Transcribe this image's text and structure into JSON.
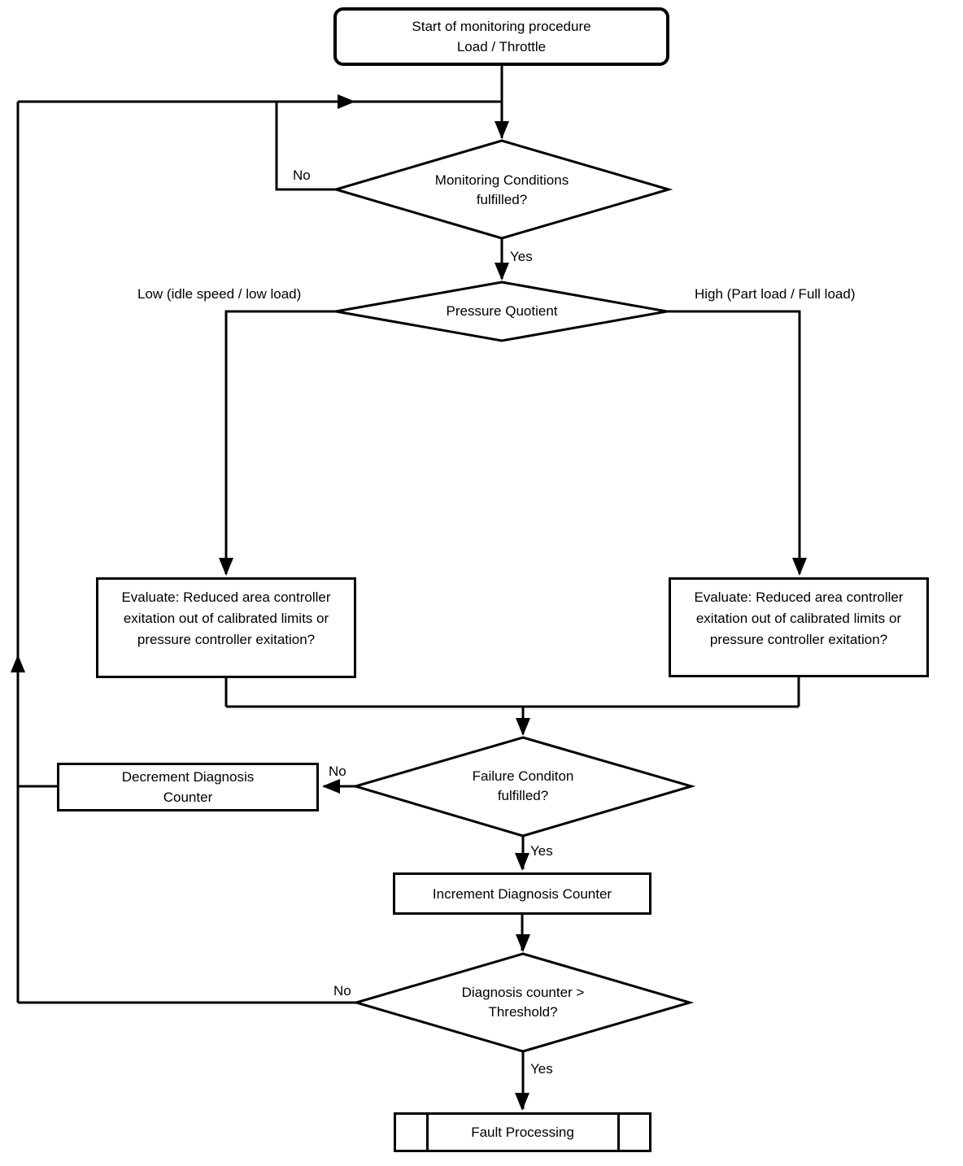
{
  "nodes": {
    "start": "Start of monitoring procedure\nLoad / Throttle",
    "monitoring_conditions": "Monitoring Conditions\nfulfilled?",
    "pressure_quotient": "Pressure Quotient",
    "evaluate_left": "Evaluate: Reduced area controller\nexitation out of calibrated limits or\npressure controller exitation?",
    "evaluate_right": "Evaluate: Reduced area controller\nexitation out of calibrated limits or\npressure controller exitation?",
    "decrement_counter": "Decrement Diagnosis\nCounter",
    "increment_counter": "Increment Diagnosis Counter",
    "threshold_check": "Diagnosis counter >\nThreshold?",
    "fault_processing": "Fault Processing"
  },
  "edge_labels": {
    "monitoring_no": "No",
    "monitoring_yes": "Yes",
    "pressure_low": "Low (idle speed / low load)",
    "pressure_high": "High (Part load / Full load)",
    "failure_no": "No",
    "failure_yes": "Yes",
    "threshold_no": "No",
    "threshold_yes": "Yes"
  },
  "colors": {
    "line": "#000000",
    "background": "#ffffff"
  }
}
